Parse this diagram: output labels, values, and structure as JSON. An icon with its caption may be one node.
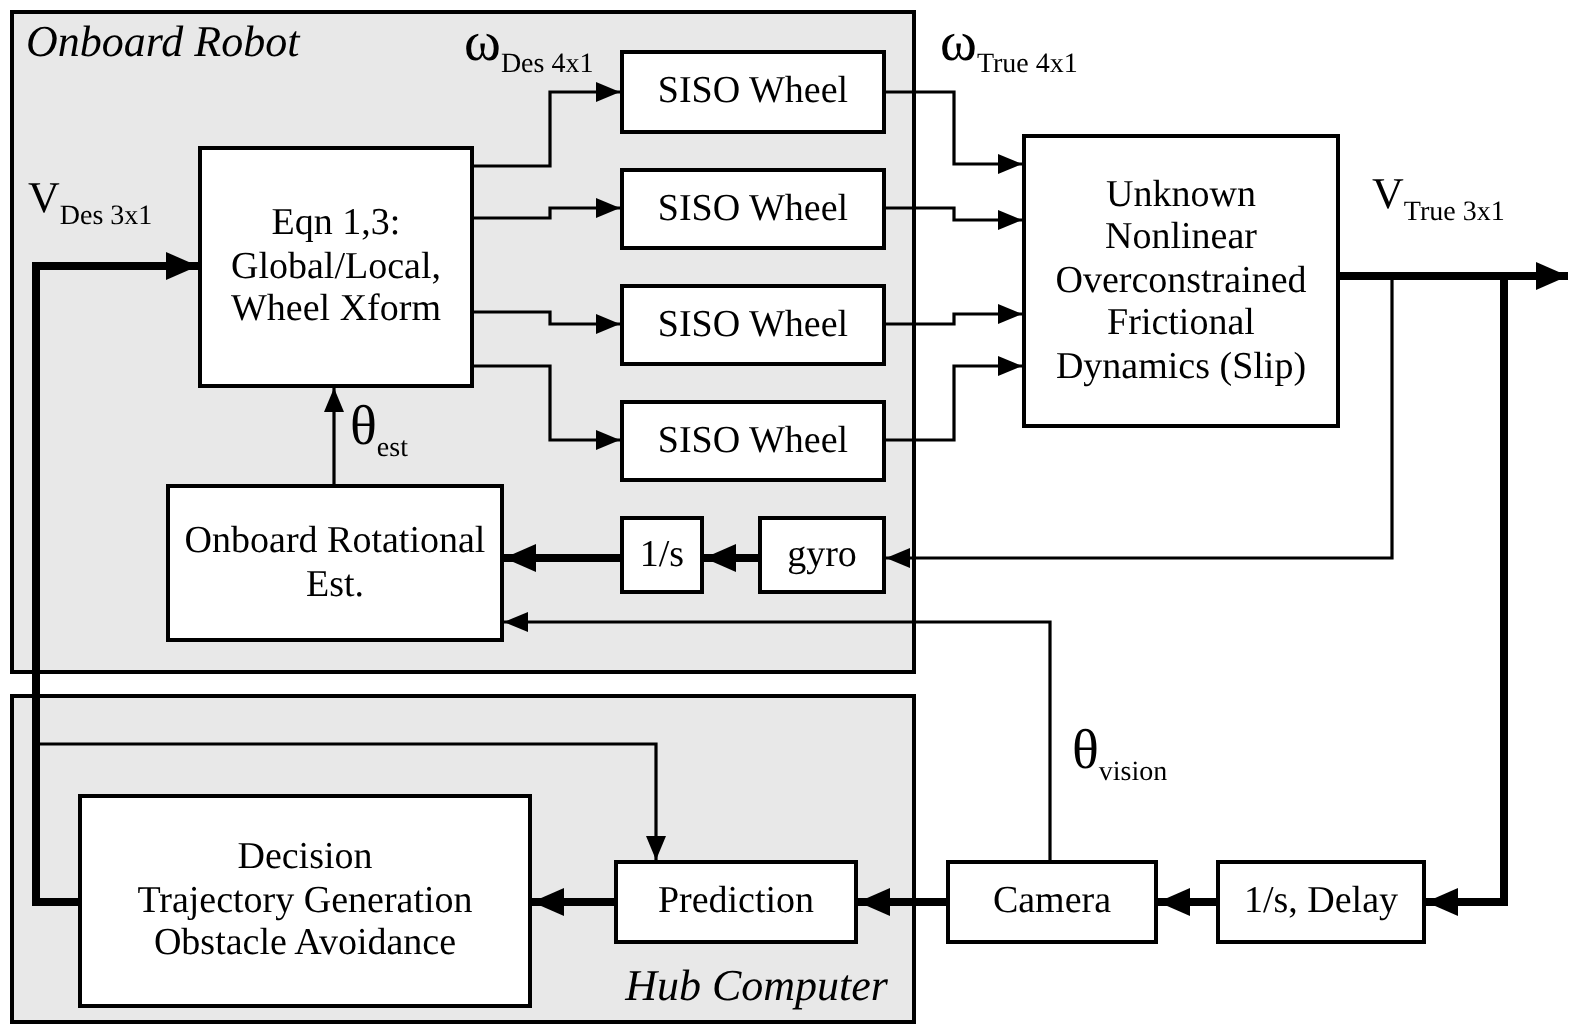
{
  "diagram": {
    "nodes": [
      {
        "text": [
          "Onboard Robot"
        ]
      },
      {
        "text": [
          "Eqn 1,3: Global/Local, Wheel Xform"
        ],
        "in": 0
      },
      {
        "text": [
          "SISO Wheel"
        ],
        "in": 0
      },
      {
        "text": [
          "SISO Wheel"
        ],
        "in": 0
      },
      {
        "text": [
          "SISO Wheel"
        ],
        "in": 0
      },
      {
        "text": [
          "SISO Wheel"
        ],
        "in": 0
      },
      {
        "text": [
          "Onboard Rotational Est."
        ],
        "in": 0
      },
      {
        "text": [
          "1/s"
        ],
        "in": 0
      },
      {
        "text": [
          "gyro"
        ],
        "in": 0
      },
      {
        "text": [
          "Unknown Nonlinear Overconstrained Frictional Dynamics (Slip)"
        ]
      },
      {
        "text": [
          "Hub Computer"
        ]
      },
      {
        "text": [
          "Decision",
          "Trajectory Generation",
          "Obstacle Avoidance"
        ],
        "in": 10
      },
      {
        "text": [
          "Prediction"
        ],
        "in": 10
      },
      {
        "text": [
          "Camera"
        ]
      },
      {
        "text": [
          "1/s, Delay"
        ]
      }
    ],
    "edges": [
      {
        "from": 1,
        "to": 2,
        "arrow": "to"
      },
      {
        "from": 1,
        "to": 3,
        "arrow": "to"
      },
      {
        "from": 1,
        "to": 4,
        "arrow": "to"
      },
      {
        "from": 1,
        "to": 5,
        "arrow": "to"
      },
      {
        "from": 2,
        "to": 9,
        "arrow": "to"
      },
      {
        "from": 3,
        "to": 9,
        "arrow": "to"
      },
      {
        "from": 4,
        "to": 9,
        "arrow": "to"
      },
      {
        "from": 5,
        "to": 9,
        "arrow": "to"
      },
      {
        "from": 9,
        "to": null,
        "arrow": "to",
        "style": "thick",
        "label": "V$_{True 3x1}$"
      },
      {
        "from": 9,
        "to": 8,
        "arrow": "to"
      },
      {
        "from": 8,
        "to": 7,
        "arrow": "to",
        "style": "thick"
      },
      {
        "from": 7,
        "to": 6,
        "arrow": "to",
        "style": "thick"
      },
      {
        "from": 6,
        "to": 1,
        "arrow": "to",
        "label": "θ$_{est}$"
      },
      {
        "from": 9,
        "to": 14,
        "arrow": "to",
        "style": "thick"
      },
      {
        "from": 14,
        "to": 13,
        "arrow": "to",
        "style": "thick"
      },
      {
        "from": 13,
        "to": 12,
        "arrow": "to",
        "style": "thick"
      },
      {
        "from": 12,
        "to": 11,
        "arrow": "to",
        "style": "thick"
      },
      {
        "from": 11,
        "to": 1,
        "arrow": "to",
        "style": "thick",
        "label": "V$_{Des 3x1}$"
      },
      {
        "from": 11,
        "to": 12,
        "arrow": "to"
      },
      {
        "from": 13,
        "to": 6,
        "arrow": "to",
        "label": "θ$_{vision}$"
      }
    ],
    "labels": [
      "ω$_{Des 4x1}$",
      "ω$_{True 4x1}$"
    ]
  }
}
